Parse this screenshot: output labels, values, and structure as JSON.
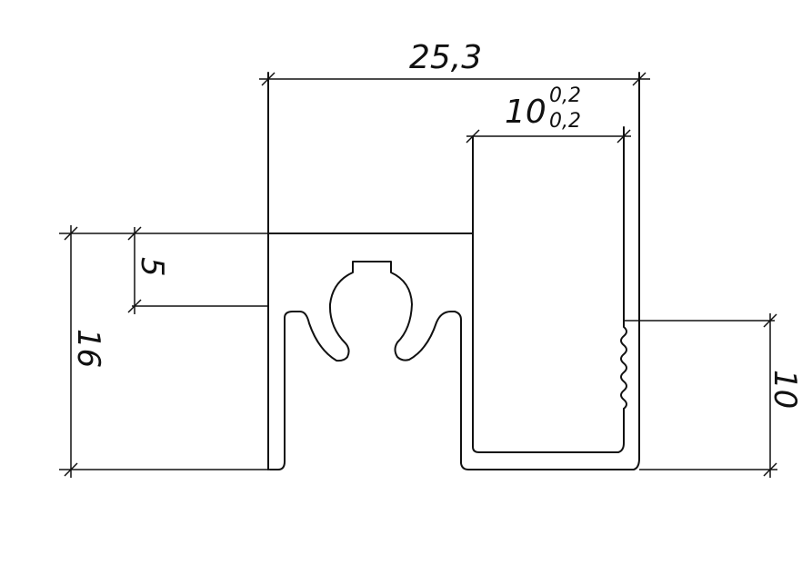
{
  "dimensions": {
    "overall_width": "25,3",
    "channel_width": "10",
    "channel_tol_upper": "0,2",
    "channel_tol_lower": "0,2",
    "slot_depth": "5",
    "overall_height": "16",
    "channel_height": "10"
  },
  "colors": {
    "line": "#111111",
    "background": "#ffffff"
  }
}
